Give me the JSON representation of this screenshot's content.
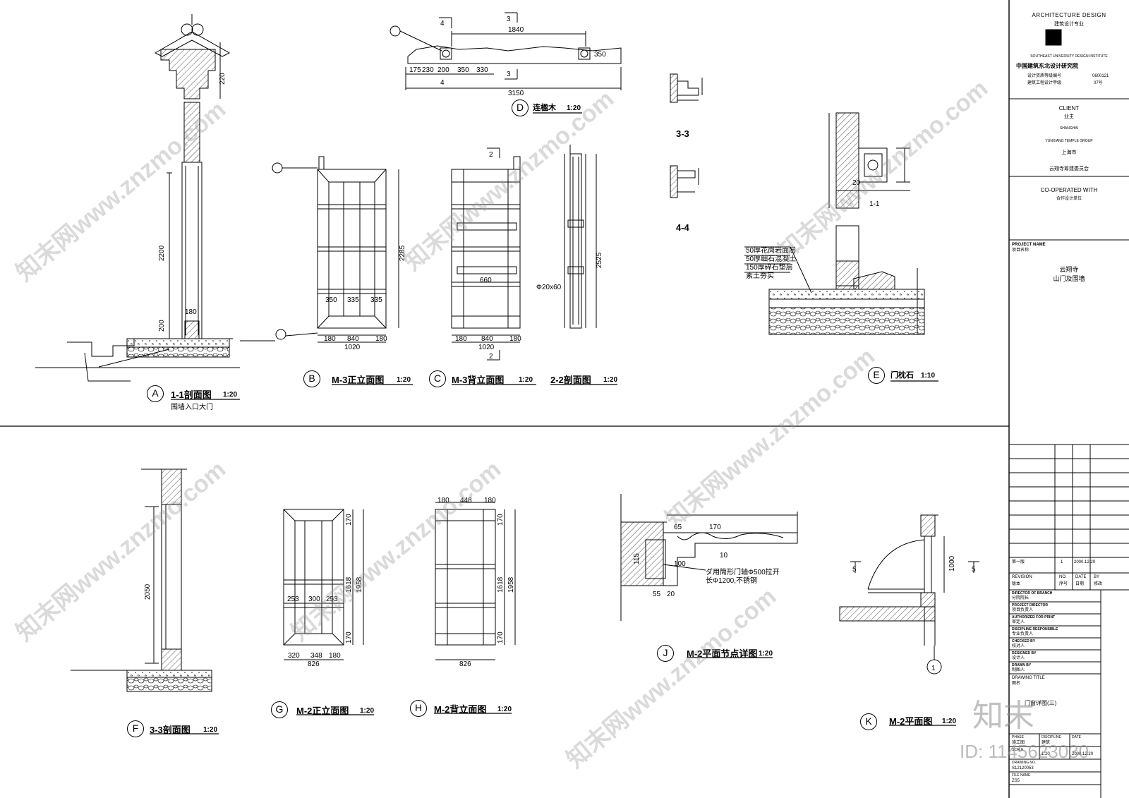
{
  "sheet": {
    "top_labels": {
      "project_nums": "1840",
      "scale_note": "3150"
    },
    "views": [
      {
        "id": "A",
        "title": "1-1剖面图",
        "scale": "1:20",
        "subtitle": "围墙入口大门"
      },
      {
        "id": "B",
        "title": "M-3正立面图",
        "scale": "1:20",
        "subtitle": ""
      },
      {
        "id": "C",
        "title": "M-3背立面图",
        "scale": "1:20",
        "subtitle": ""
      },
      {
        "id": "C2",
        "title": "2-2剖面图",
        "scale": "1:20",
        "subtitle": ""
      },
      {
        "id": "D",
        "title": "连楹木",
        "scale": "1:20",
        "subtitle": ""
      },
      {
        "id": "E",
        "title": "门枕石",
        "scale": "1:10",
        "subtitle": ""
      },
      {
        "id": "F",
        "title": "3-3剖面图",
        "scale": "1:20",
        "subtitle": ""
      },
      {
        "id": "G",
        "title": "M-2正立面图",
        "scale": "1:20",
        "subtitle": ""
      },
      {
        "id": "H",
        "title": "M-2背立面图",
        "scale": "1:20",
        "subtitle": ""
      },
      {
        "id": "J",
        "title": "M-2平面节点详图",
        "scale": "1:20",
        "subtitle": ""
      },
      {
        "id": "K",
        "title": "M-2平面图",
        "scale": "1:20",
        "subtitle": ""
      }
    ],
    "section_marks": {
      "s33": "3-3",
      "s44": "4-4",
      "s11": "1-1",
      "m3": "3",
      "m4": "4",
      "m2": "2",
      "m5": "5",
      "axis1": "1"
    },
    "dims": {
      "a_2200": "2200",
      "a_200": "200",
      "a_180": "180",
      "a_220": "220",
      "b_2285": "2285",
      "b_1020": "1020",
      "b_180a": "180",
      "b_840": "840",
      "b_180b": "180",
      "b_350": "350",
      "b_335a": "335",
      "b_335b": "335",
      "c_1020": "1020",
      "c_180a": "180",
      "c_840": "840",
      "c_180b": "180",
      "c_660": "660",
      "cc_2525": "2525",
      "cc_section": "Φ20x60",
      "d_1840": "1840",
      "d_3150": "3150",
      "d_175": "175",
      "d_230": "230",
      "d_200": "200",
      "d_350": "350",
      "d_330": "330",
      "d_350b": "350",
      "f_2050": "2050",
      "g_1618": "1618",
      "g_1958": "1958",
      "g_826": "826",
      "g_320": "320",
      "g_348": "348",
      "g_180": "180",
      "g_253a": "253",
      "g_300": "300",
      "g_253b": "253",
      "g_170a": "170",
      "g_170b": "170",
      "h_180a": "180",
      "h_448": "448",
      "h_180b": "180",
      "h_1618": "1618",
      "h_1958": "1958",
      "h_826": "826",
      "h_170a": "170",
      "h_170b": "170",
      "j_170": "170",
      "j_65": "65",
      "j_10": "10",
      "j_115": "115",
      "j_100": "100",
      "j_55": "55",
      "j_20": "20",
      "j_note1": "ダ用筒形门轴Φ500拉开",
      "j_note2": "长Φ1200,不锈钢",
      "k_1000": "1000",
      "e_20": "20",
      "e_notes": [
        "50厚花岗岩面层",
        "50厚细石混凝土",
        "150厚碎石垫层",
        "素土夯实"
      ]
    },
    "titleblock": {
      "header": "ARCHITECTURE DESIGN",
      "header_cn": "建筑设计专业",
      "addr_en": "SOUTHEAST UNIVERSITY DESIGN INSTITUTE",
      "institute": "中国建筑东北设计研究院",
      "cert1": "设计资质等级编号",
      "cert1_val": "0600121",
      "cert2": "建筑工程设计甲级",
      "cert2_val": "07号",
      "client": "CLIENT",
      "client_cn": "业主",
      "client_en1": "SHANGHAI",
      "client_en2": "YUNXIANG TEMPLE GROUP",
      "client_cn1": "上海市",
      "client_cn2": "云翔寺筹建委员会",
      "coop": "CO-OPERATED WITH",
      "coop_cn": "合作设计单位",
      "pn_label": "PROJECT NAME",
      "pn_label_cn": "项目名称",
      "project1": "云翔寺",
      "project2": "山门及围墙",
      "rev_row": "第一版",
      "rev_no": "1",
      "rev_date": "2000.12.20",
      "rev_label": "REVISION",
      "rev_label_cn": "版本",
      "no_label": "NO.",
      "no_cn": "序号",
      "date_label": "DATE",
      "date_cn": "日期",
      "by_label": "BY",
      "by_cn": "修改",
      "roles": [
        {
          "en": "DIRECTOR OF BRANCH",
          "cn": "分院院长"
        },
        {
          "en": "PROJECT DIRECTOR",
          "cn": "项目负责人"
        },
        {
          "en": "AUTHORIZED FOR PRINT",
          "cn": "审定人"
        },
        {
          "en": "DISCIPLINE RESPONSIBLE",
          "cn": "专业负责人"
        },
        {
          "en": "CHECKED BY",
          "cn": "校对人"
        },
        {
          "en": "DESIGNED BY",
          "cn": "设计人"
        },
        {
          "en": "DRAWN BY",
          "cn": "制图人"
        }
      ],
      "dt_label": "DRAWING TITLE",
      "dt_label_cn": "图名",
      "drawing_title": "门窗详图(三)",
      "phase_en": "PHASE",
      "phase_cn": "阶段",
      "phase_val": "施工图",
      "disc_en": "DISCIPLINE",
      "disc_cn": "专业",
      "disc_val": "建筑",
      "date2_en": "DATE",
      "scale_en": "SCALE",
      "scale_cn": "比例",
      "scale_val": "1:20",
      "date2_val": "2000.12.20",
      "dwg_no_en": "DRAWING NO.",
      "dwg_no_cn": "图号",
      "dwg_no_val": "S12120053",
      "file_en": "FILE NAME",
      "file_cn": "文件名",
      "file_val": "ZS5"
    },
    "watermark": {
      "site": "知末网www.znzmo.com",
      "brand": "知末",
      "id": "ID: 1145623030"
    }
  }
}
